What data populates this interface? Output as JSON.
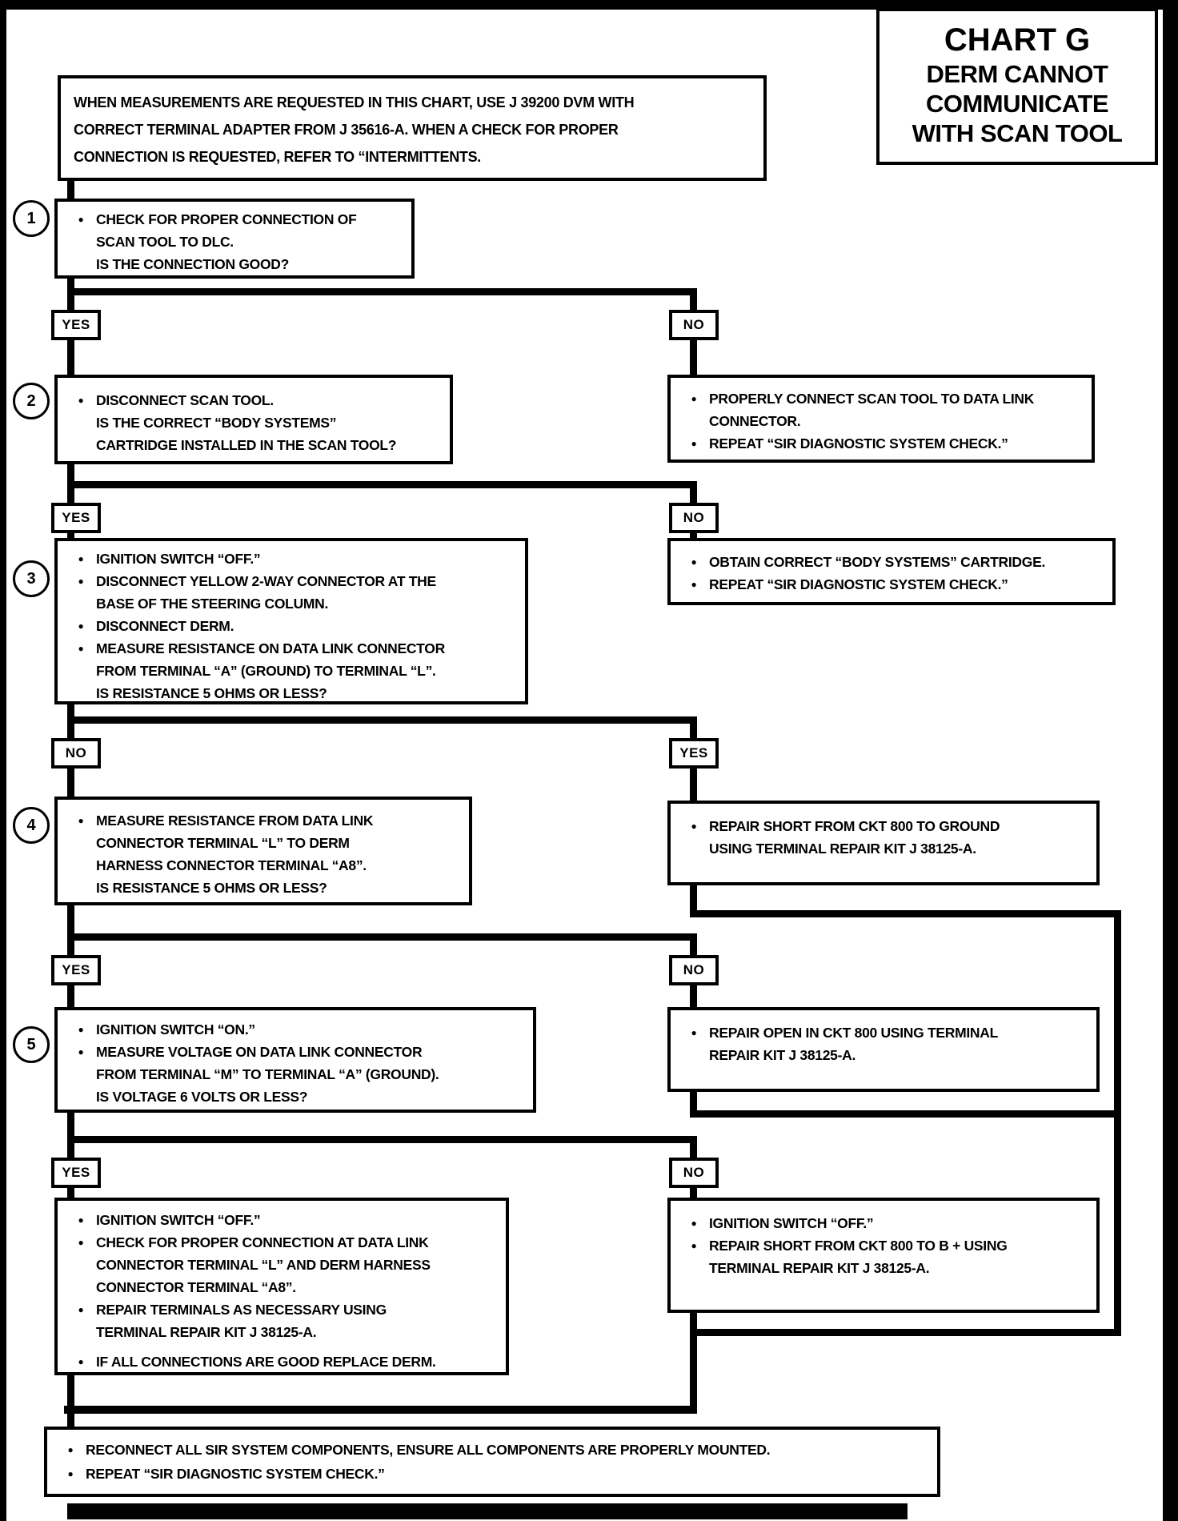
{
  "glyphs": {
    "bullet": "●"
  },
  "labels": {
    "yes": "YES",
    "no": "NO"
  },
  "title": {
    "chart": "CHART G",
    "sub1": "DERM CANNOT",
    "sub2": "COMMUNICATE",
    "sub3": "WITH SCAN TOOL"
  },
  "note": {
    "l1": "WHEN MEASUREMENTS ARE REQUESTED IN THIS CHART, USE J 39200 DVM WITH",
    "l2": "CORRECT TERMINAL ADAPTER FROM J 35616-A.  WHEN A CHECK FOR PROPER",
    "l3": "CONNECTION IS REQUESTED, REFER TO “INTERMITTENTS."
  },
  "steps": {
    "s1": {
      "num": "1",
      "l1": "CHECK FOR PROPER CONNECTION OF",
      "l2": "SCAN TOOL TO DLC.",
      "l3": "IS THE CONNECTION GOOD?"
    },
    "s2": {
      "num": "2",
      "l1": "DISCONNECT SCAN TOOL.",
      "l2": "IS THE CORRECT “BODY SYSTEMS”",
      "l3": "CARTRIDGE INSTALLED IN THE SCAN TOOL?"
    },
    "s3": {
      "num": "3",
      "l1": "IGNITION SWITCH “OFF.”",
      "l2": "DISCONNECT YELLOW 2-WAY CONNECTOR AT THE",
      "l3": "BASE OF THE STEERING COLUMN.",
      "l4": "DISCONNECT DERM.",
      "l5": "MEASURE RESISTANCE ON DATA LINK CONNECTOR",
      "l6": "FROM TERMINAL “A” (GROUND) TO TERMINAL “L”.",
      "l7": "IS RESISTANCE 5 OHMS OR LESS?"
    },
    "s4": {
      "num": "4",
      "l1": "MEASURE RESISTANCE FROM DATA LINK",
      "l2": "CONNECTOR TERMINAL “L” TO DERM",
      "l3": "HARNESS CONNECTOR TERMINAL “A8”.",
      "l4": "IS RESISTANCE 5 OHMS OR LESS?"
    },
    "s5": {
      "num": "5",
      "l1": "IGNITION SWITCH “ON.”",
      "l2": "MEASURE VOLTAGE ON DATA LINK CONNECTOR",
      "l3": "FROM TERMINAL “M” TO TERMINAL “A” (GROUND).",
      "l4": "IS VOLTAGE 6 VOLTS OR LESS?"
    },
    "s6": {
      "l1": "IGNITION SWITCH “OFF.”",
      "l2": "CHECK FOR PROPER CONNECTION AT DATA LINK",
      "l3": "CONNECTOR TERMINAL “L” AND DERM HARNESS",
      "l4": "CONNECTOR TERMINAL “A8”.",
      "l5": "REPAIR TERMINALS AS NECESSARY USING",
      "l6": "TERMINAL REPAIR KIT J 38125-A.",
      "l7": "IF ALL CONNECTIONS ARE GOOD REPLACE DERM."
    }
  },
  "results": {
    "connect_scan_tool": {
      "l1": "PROPERLY CONNECT SCAN TOOL TO DATA LINK",
      "l2": "CONNECTOR.",
      "l3": "REPEAT “SIR DIAGNOSTIC SYSTEM CHECK.”"
    },
    "obtain_cartridge": {
      "l1": "OBTAIN CORRECT “BODY SYSTEMS” CARTRIDGE.",
      "l2": "REPEAT “SIR DIAGNOSTIC SYSTEM CHECK.”"
    },
    "repair_short_ground": {
      "l1": "REPAIR SHORT FROM CKT 800 TO GROUND",
      "l2": "USING TERMINAL REPAIR KIT J 38125-A."
    },
    "repair_open": {
      "l1": "REPAIR OPEN IN CKT 800 USING TERMINAL",
      "l2": "REPAIR KIT J 38125-A."
    },
    "repair_short_bplus": {
      "l1": "IGNITION SWITCH “OFF.”",
      "l2": "REPAIR SHORT FROM CKT 800 TO B + USING",
      "l3": "TERMINAL REPAIR KIT J 38125-A."
    },
    "final": {
      "l1": "RECONNECT ALL SIR SYSTEM COMPONENTS, ENSURE ALL COMPONENTS ARE PROPERLY MOUNTED.",
      "l2": "REPEAT “SIR DIAGNOSTIC SYSTEM CHECK.”"
    }
  }
}
